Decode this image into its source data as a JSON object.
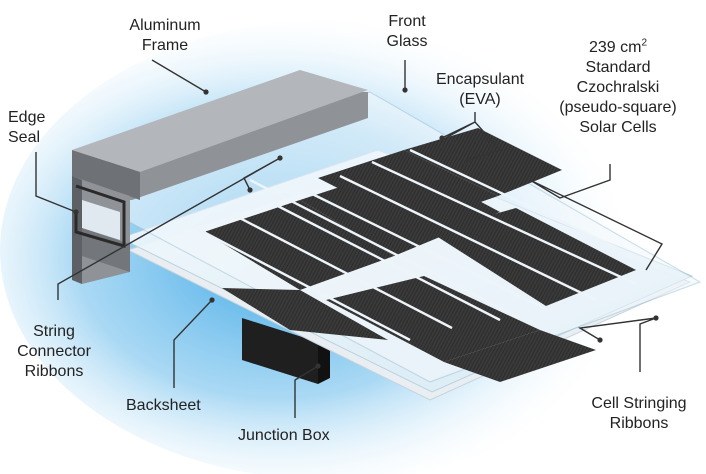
{
  "labels": {
    "aluminum_frame": [
      "Aluminum",
      "Frame"
    ],
    "front_glass": [
      "Front",
      "Glass"
    ],
    "encapsulant": [
      "Encapsulant",
      "(EVA)"
    ],
    "solar_cells_area": "239 cm",
    "solar_cells_area_sup": "2",
    "solar_cells": [
      "Standard",
      "Czochralski",
      "(pseudo-square)",
      "Solar Cells"
    ],
    "edge_seal": [
      "Edge",
      "Seal"
    ],
    "string_connector": [
      "String",
      "Connector",
      "Ribbons"
    ],
    "backsheet": "Backsheet",
    "junction_box": "Junction Box",
    "cell_stringing": [
      "Cell Stringing",
      "Ribbons"
    ]
  },
  "colors": {
    "glow": "#3aa6e6",
    "frame_top": "#b3b6ba",
    "frame_front": "#8f9398",
    "frame_dark": "#5d6166",
    "cell": "#3a3a3a",
    "glass": "#e4f1f9",
    "leader": "#333333"
  }
}
